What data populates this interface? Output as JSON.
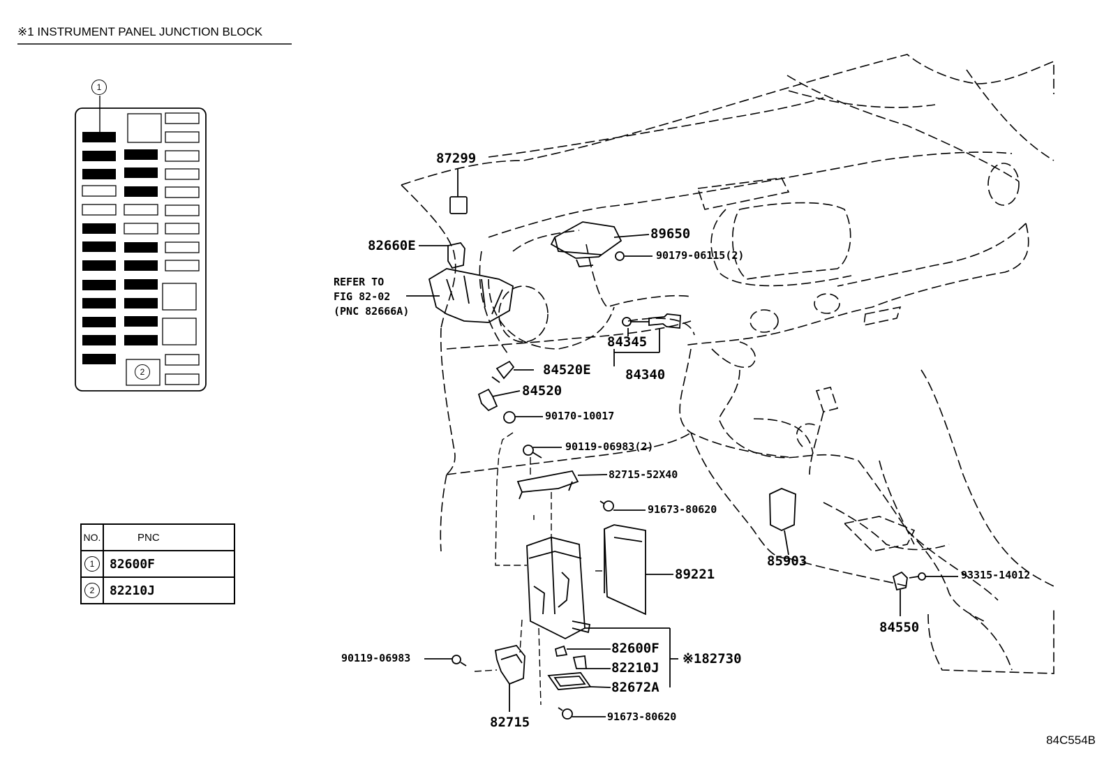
{
  "header": {
    "title": "※1 INSTRUMENT PANEL JUNCTION BLOCK"
  },
  "diagram_code": "84C554B",
  "fuse_block": {
    "marker_1": "1",
    "marker_2": "2"
  },
  "pnc_table": {
    "col_no": "NO.",
    "col_pnc": "PNC",
    "rows": [
      {
        "no": "1",
        "pnc": "82600F"
      },
      {
        "no": "2",
        "pnc": "82210J"
      }
    ]
  },
  "refer_note": {
    "line1": "REFER TO",
    "line2": "FIG 82-02",
    "line3": "(PNC 82666A)"
  },
  "part_labels": {
    "p87299": "87299",
    "p82660E": "82660E",
    "p89650": "89650",
    "p90179": "90179-06115(2)",
    "p84345": "84345",
    "p84340": "84340",
    "p84520E": "84520E",
    "p84520": "84520",
    "p90170": "90170-10017",
    "p90119a": "90119-06983(2)",
    "p82715_52": "82715-52X40",
    "p91673a": "91673-80620",
    "p89221": "89221",
    "p85903": "85903",
    "p93315": "93315-14012",
    "p84550": "84550",
    "p82600F": "82600F",
    "p82210J": "82210J",
    "p82672A": "82672A",
    "p82730": "※182730",
    "p90119b": "90119-06983",
    "p82715": "82715",
    "p91673b": "91673-80620"
  }
}
